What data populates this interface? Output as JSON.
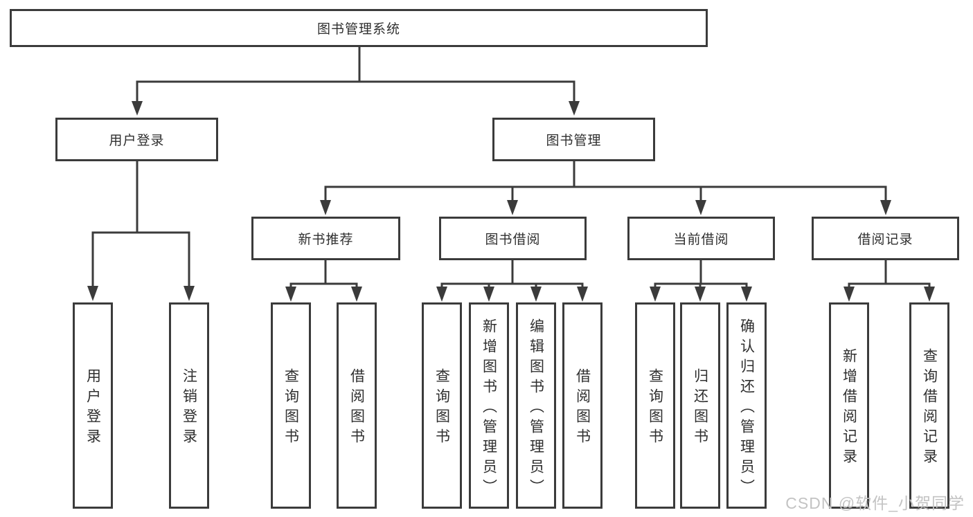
{
  "colors": {
    "line": "#3b3b3b",
    "text": "#2f2f2f",
    "watermark": "#c3c3c3",
    "background": "#ffffff"
  },
  "watermark": {
    "text": "CSDN @软件_小贺同学"
  },
  "tree": {
    "label": "图书管理系统",
    "children": [
      {
        "label": "用户登录",
        "children": [
          {
            "label": "用户登录"
          },
          {
            "label": "注销登录"
          }
        ]
      },
      {
        "label": "图书管理",
        "children": [
          {
            "label": "新书推荐",
            "children": [
              {
                "label": "查询图书"
              },
              {
                "label": "借阅图书"
              }
            ]
          },
          {
            "label": "图书借阅",
            "children": [
              {
                "label": "查询图书"
              },
              {
                "label": "新增图书（管理员）"
              },
              {
                "label": "编辑图书（管理员）"
              },
              {
                "label": "借阅图书"
              }
            ]
          },
          {
            "label": "当前借阅",
            "children": [
              {
                "label": "查询图书"
              },
              {
                "label": "归还图书"
              },
              {
                "label": "确认归还（管理员）"
              }
            ]
          },
          {
            "label": "借阅记录",
            "children": [
              {
                "label": "新增借阅记录"
              },
              {
                "label": "查询借阅记录"
              }
            ]
          }
        ]
      }
    ]
  }
}
